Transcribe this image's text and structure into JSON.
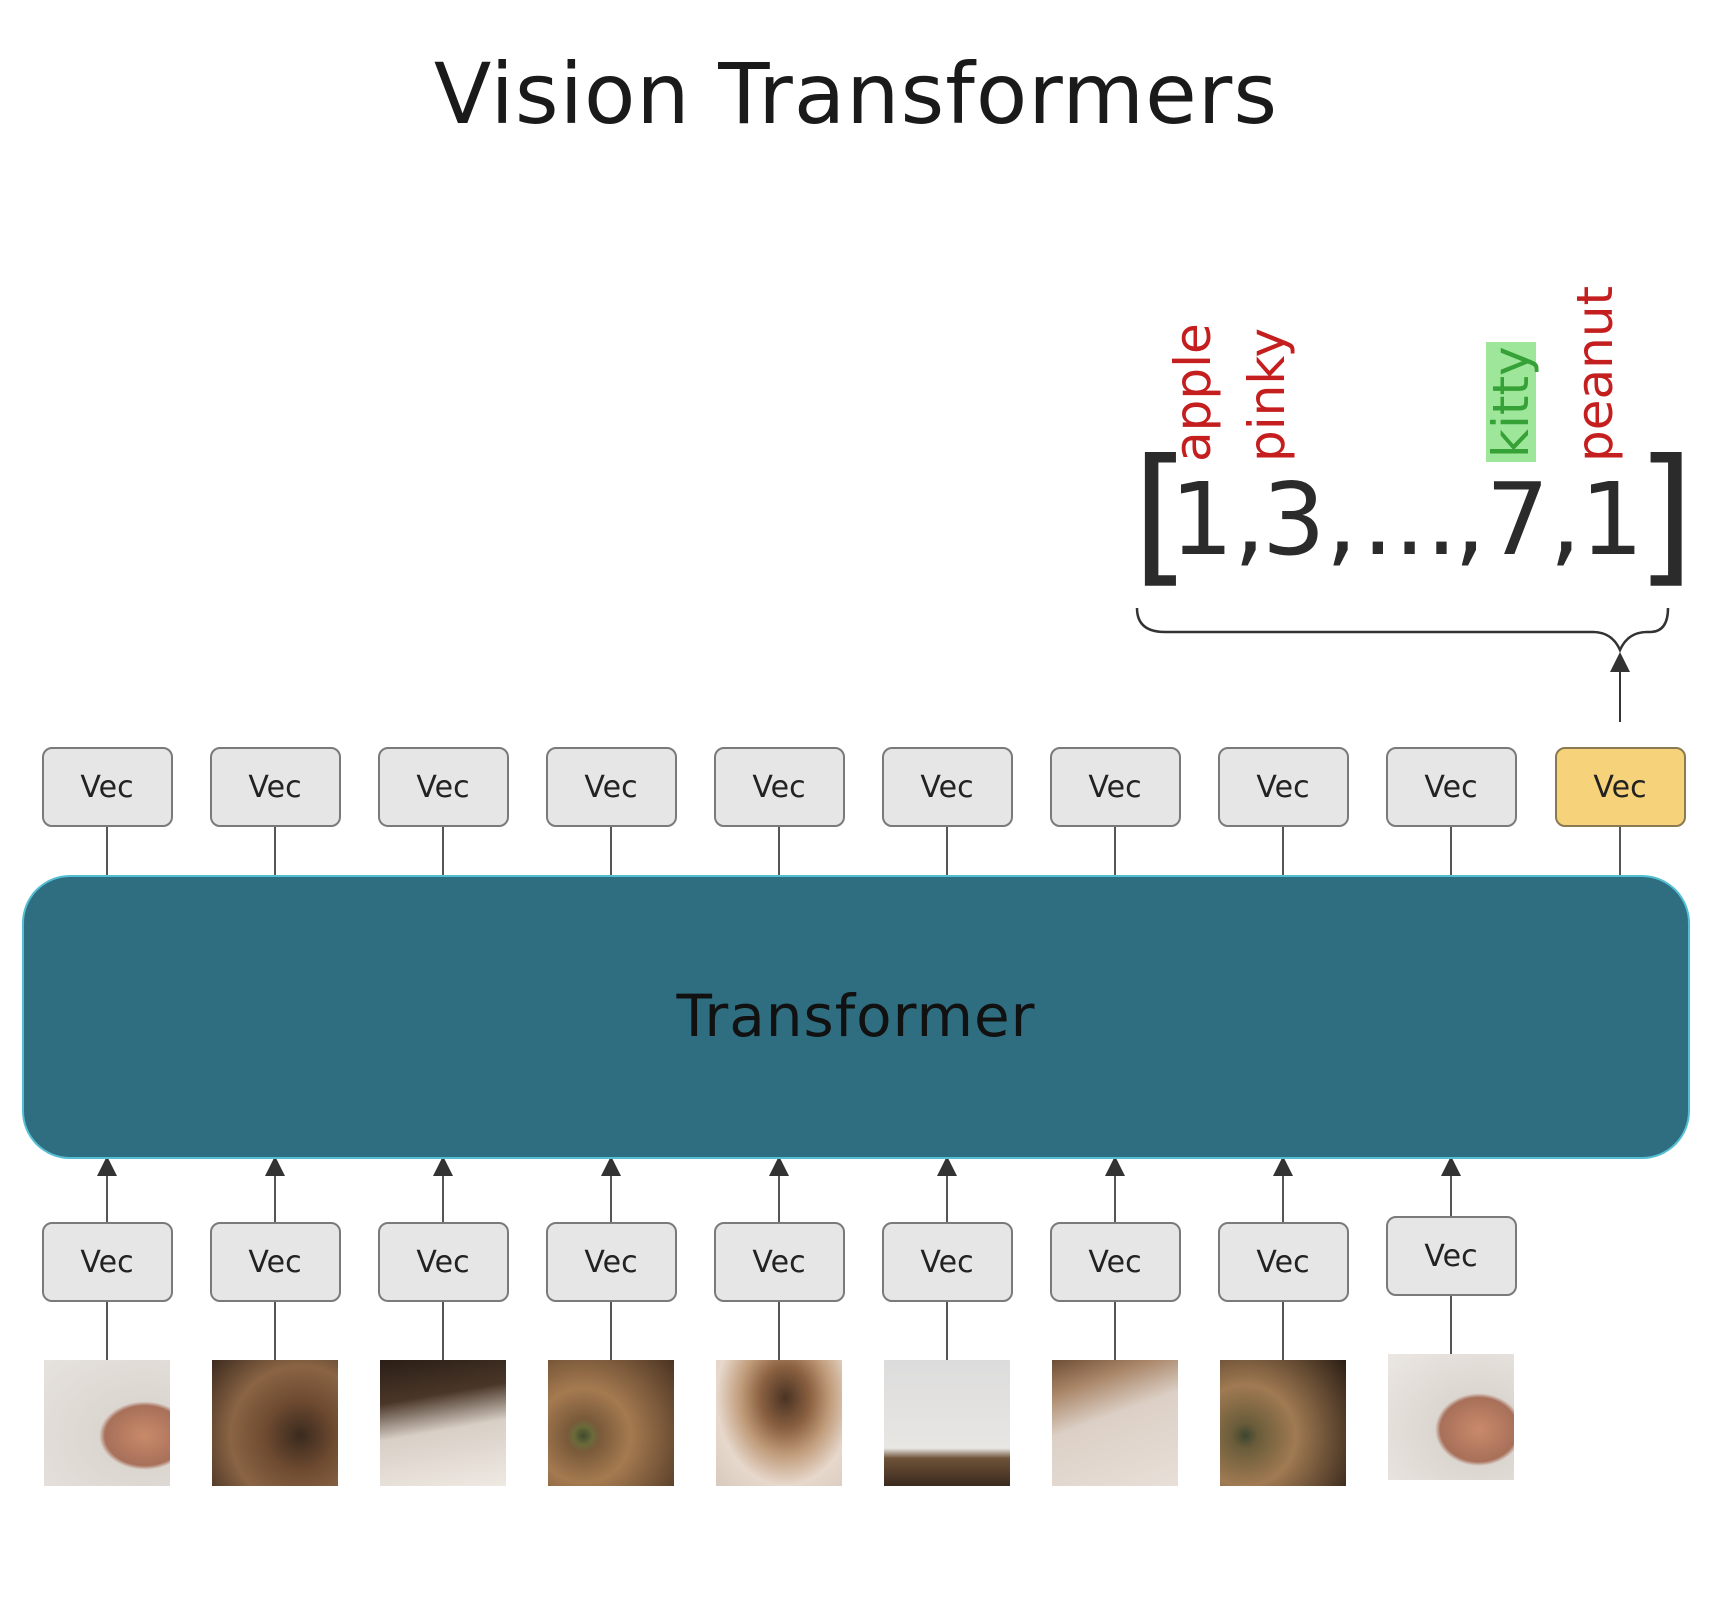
{
  "title": "Vision Transformers",
  "transformer_label": "Transformer",
  "vec_label": "Vec",
  "output_tokens": {
    "open_bracket": "[",
    "close_bracket": "]",
    "t1": "1,",
    "t2": "3,",
    "ellipsis": "...",
    "t3": ",7,",
    "t4": "1"
  },
  "token_labels": {
    "apple": "apple",
    "pinky": "pinky",
    "kitty": "kitty",
    "peanut": "peanut"
  },
  "colors": {
    "transformer": "#2f6e80",
    "highlight_vec": "#f6d37a",
    "wrong_label": "#c41e1e",
    "correct_label": "#36a136"
  },
  "icons": [
    "cat-image-patch"
  ]
}
